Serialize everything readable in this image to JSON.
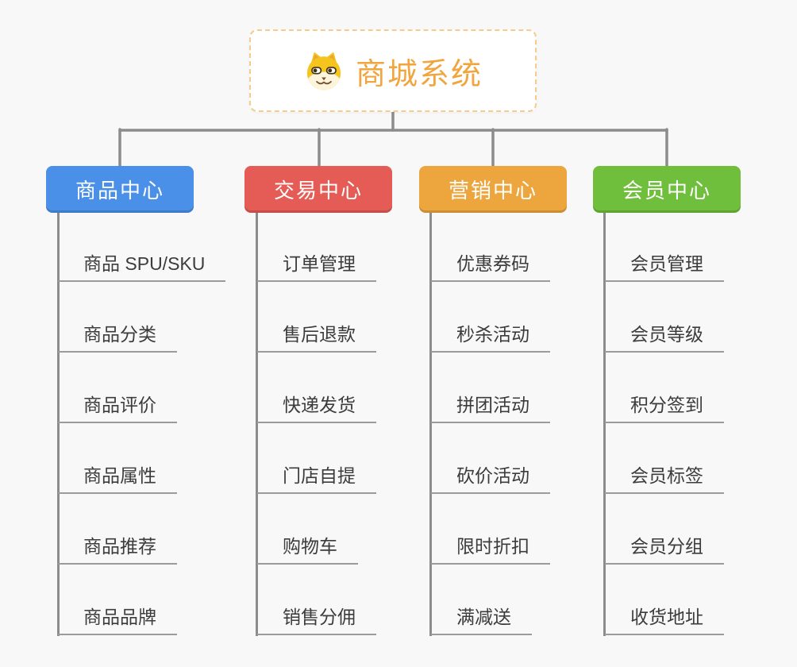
{
  "root": {
    "title": "商城系统",
    "icon": "shiba-dog-face-icon",
    "title_color": "#F1A53E",
    "border_color": "#F5CB8E"
  },
  "colors": {
    "background": "#F8F8F8",
    "connector": "#8C8C8C",
    "underline": "#9B9B9B",
    "leaf_text": "#3C3C3C"
  },
  "branches": [
    {
      "label": "商品中心",
      "color": "#4A90E8",
      "items": [
        "商品 SPU/SKU",
        "商品分类",
        "商品评价",
        "商品属性",
        "商品推荐",
        "商品品牌"
      ]
    },
    {
      "label": "交易中心",
      "color": "#E55B55",
      "items": [
        "订单管理",
        "售后退款",
        "快递发货",
        "门店自提",
        "购物车",
        "销售分佣"
      ]
    },
    {
      "label": "营销中心",
      "color": "#ECA63D",
      "items": [
        "优惠券码",
        "秒杀活动",
        "拼团活动",
        "砍价活动",
        "限时折扣",
        "满减送"
      ]
    },
    {
      "label": "会员中心",
      "color": "#6FBE3C",
      "items": [
        "会员管理",
        "会员等级",
        "积分签到",
        "会员标签",
        "会员分组",
        "收货地址"
      ]
    }
  ]
}
